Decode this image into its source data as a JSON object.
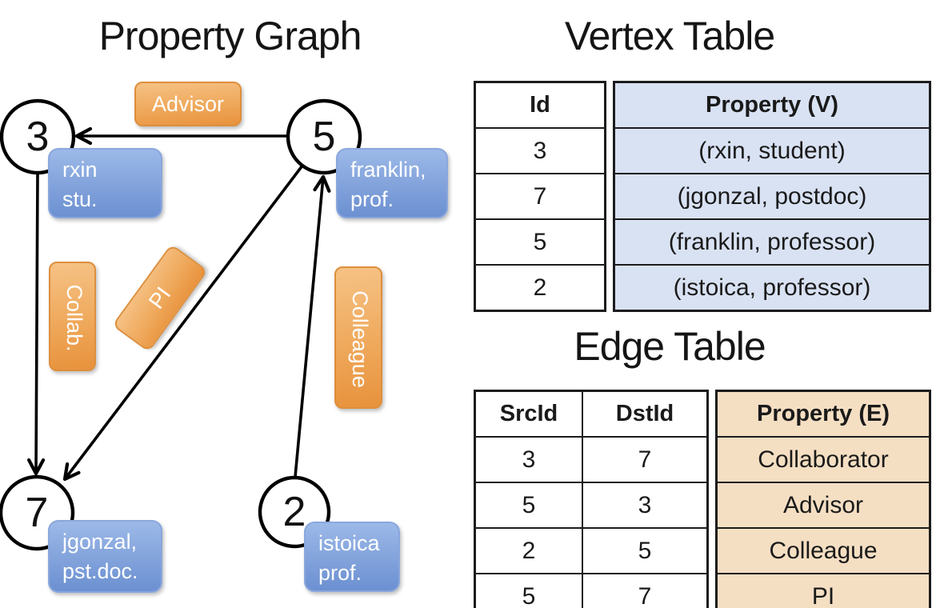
{
  "graph": {
    "title": "Property Graph",
    "vertices": [
      {
        "id": "3",
        "line1": "rxin",
        "line2": "stu."
      },
      {
        "id": "5",
        "line1": "franklin,",
        "line2": "prof."
      },
      {
        "id": "7",
        "line1": "jgonzal,",
        "line2": "pst.doc."
      },
      {
        "id": "2",
        "line1": "istoica",
        "line2": "prof."
      }
    ],
    "edges": [
      {
        "label": "Advisor"
      },
      {
        "label": "Collab."
      },
      {
        "label": "PI"
      },
      {
        "label": "Colleague"
      }
    ]
  },
  "vertex_table": {
    "title": "Vertex Table",
    "col_id": "Id",
    "col_property": "Property (V)",
    "rows": [
      {
        "id": "3",
        "property": "(rxin, student)"
      },
      {
        "id": "7",
        "property": "(jgonzal, postdoc)"
      },
      {
        "id": "5",
        "property": "(franklin, professor)"
      },
      {
        "id": "2",
        "property": "(istoica, professor)"
      }
    ]
  },
  "edge_table": {
    "title": "Edge Table",
    "col_src": "SrcId",
    "col_dst": "DstId",
    "col_property": "Property (E)",
    "rows": [
      {
        "src": "3",
        "dst": "7",
        "property": "Collaborator"
      },
      {
        "src": "5",
        "dst": "3",
        "property": "Advisor"
      },
      {
        "src": "2",
        "dst": "5",
        "property": "Colleague"
      },
      {
        "src": "5",
        "dst": "7",
        "property": "PI"
      }
    ]
  },
  "colors": {
    "edge_label_orange": "#ef9f4c",
    "vertex_label_blue": "#84a4da",
    "vertex_property_bg": "#d9e2f3",
    "edge_property_bg": "#f5dfc3",
    "table_border": "#1c1c1c",
    "line_black": "#000000"
  }
}
